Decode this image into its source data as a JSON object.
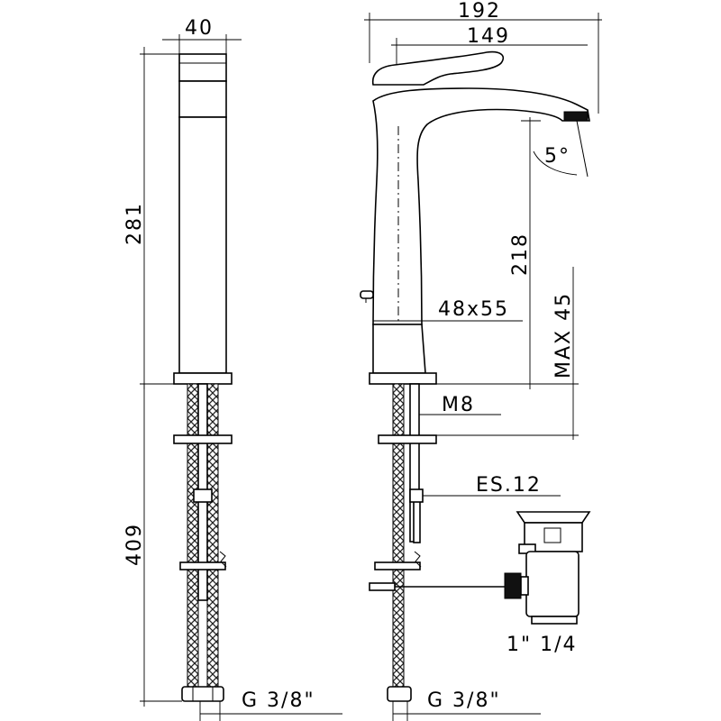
{
  "dimensions": {
    "width_40": "40",
    "height_281": "281",
    "height_409": "409",
    "thread_left": "G  3/8\"",
    "width_192": "192",
    "width_149": "149",
    "angle_5": "5°",
    "height_218": "218",
    "hole_48x55": "48x55",
    "max_45": "MAX 45",
    "thread_m8": "M8",
    "rod_es12": "ES.12",
    "waste_1_1_4": "1\"  1/4",
    "thread_right": "G  3/8\""
  }
}
